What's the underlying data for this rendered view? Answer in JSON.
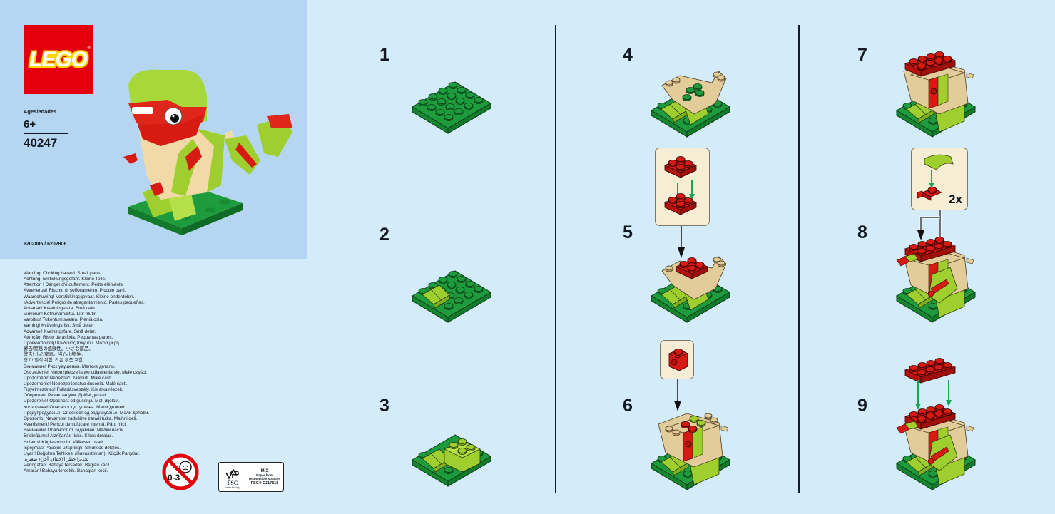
{
  "cover": {
    "brand": "LEGO",
    "registered_mark": "®",
    "ages_label": "Ages/edades",
    "age_value": "6+",
    "set_number": "40247",
    "part_numbers": "6202805 / 6202806",
    "model": "green dinosaur with red stripes and tan belly on green base plate"
  },
  "warnings": [
    "Warning! Choking hazard. Small parts.",
    "Achtung! Erstickungsgefahr. Kleine Teile.",
    "Attention ! Danger d'étouffement. Petits éléments.",
    "Avvertenza! Rischio di soffocamento. Piccole parti.",
    "Waarschuwing! Verstikkingsgevaar. Kleine onderdelen.",
    "¡Advertencia! Peligro de atragantamiento. Partes pequeñas.",
    "Advarsel! Kvælningsfare. Små dele.",
    "Viðvörun! Köfnunarhætta. Lítir hlutir.",
    "Varoitus! Tukehtumisvaara. Pieniä osia.",
    "Varning! Kvävningsrisk. Små delar.",
    "Advarsel! Kvelningsfare. Små deler.",
    "Atenção! Risco de asfixia. Pequenas partes.",
    "Προειδοποίηση! Κίνδυνος πνιγμού. Μικρά μέρη.",
    "警告!窒息の危険性。小さな部品。",
    "警告! 小心窒息。当心小物件。",
    "경고! 질식 위험. 작은 부품 포함.",
    "Внимание! Риск удушения. Мелкие детали.",
    "Ostrzeżenie! Niebezpieczeństwo udławienia się. Małe części.",
    "Upozornění! Nebezpečí zalknutí. Malé části.",
    "Upozornenie! Nebezpečenstvo dusenia. Malé časti.",
    "Figyelmeztetés! Fulladásveszély. Kis alkatrészek.",
    "Обережно! Ризик задухи. Дрібні деталі.",
    "Upozorenje! Opasnost od gušenja. Mali dijelovi.",
    "Упозорење! Опасност од гушења. Мали делови.",
    "Предупредување! Опасност од задушување. Мали делови.",
    "Opozorilo! Nevarnost zadušitve zaradi tujka. Majhni deli.",
    "Avertisment! Pericol de sufocare internă. Părți mici.",
    "Внимание! Опасност от задавяне. Малки части.",
    "Brīdinājums! Aizrīšanās risks. Sīkas detaļas.",
    "Hoiatus! Kägistamisoht. Väikesed osad.",
    "Įspėjimas! Pavojus užspringti. Smulkios detalės.",
    "Uyarı! Boğulma Tehlikesi (Havasızlıktan). Küçük Parçalar.",
    "تحذير! خطر الاختناق. أجزاء صغيرة.",
    "Peringatan! Bahaya tersedak. Bagian kecil.",
    "Amaran! Bahaya tercekik. Bahagian kecil."
  ],
  "age_warning_icon": {
    "label": "0-3"
  },
  "fsc_label": {
    "logo_text": "FSC",
    "url": "www.fsc.org",
    "mix": "MIX",
    "paper_line1": "Paper from",
    "paper_line2": "responsible sources",
    "code": "FSC® C117818"
  },
  "steps": [
    {
      "number": "1",
      "description": "4x4 green plate"
    },
    {
      "number": "2",
      "description": "add lime slope to plate"
    },
    {
      "number": "3",
      "description": "add lime 2x2 brick"
    },
    {
      "number": "4",
      "description": "add tan body bracket"
    },
    {
      "number": "5",
      "description": "stack two red 2x2 plates and add on top"
    },
    {
      "number": "6",
      "description": "add red 1x1 brick with stud on side"
    },
    {
      "number": "7",
      "description": "add red 2x4 plate top"
    },
    {
      "number": "8",
      "description": "attach lime curved slope to red clip plate, 2x arms",
      "callout_count": "2x"
    },
    {
      "number": "9",
      "description": "add red 2x4 plate on top"
    }
  ],
  "colors": {
    "page_bg": "#d4ebfa",
    "cover_bg": "#b5d6f0",
    "lego_red": "#e3000b",
    "lego_yellow": "#ffd500",
    "brick_green": "#1e9b3c",
    "brick_lime": "#9fcf2f",
    "brick_red": "#d71a12",
    "brick_tan": "#e2cc9a",
    "callout_bg": "#f7ecd4",
    "arrow_green": "#14a651"
  }
}
